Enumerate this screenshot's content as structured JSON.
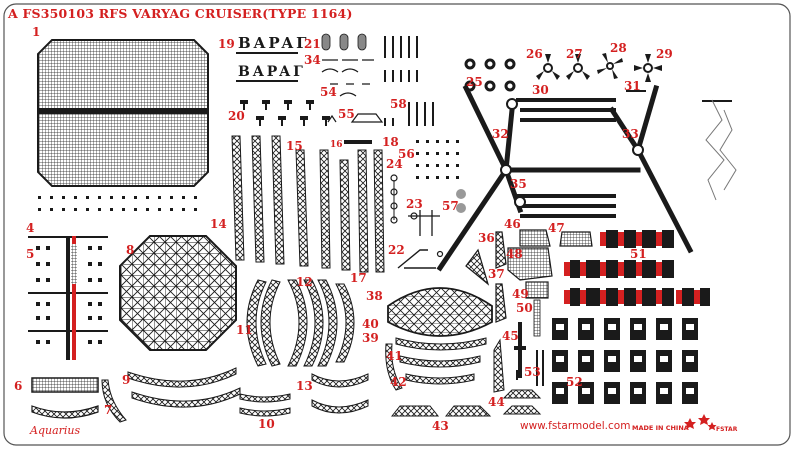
{
  "sheet": {
    "title": "A FS350103 RFS VARYAG CRUISER(TYPE 1164)",
    "maker": "Aquarius",
    "url": "www.fstarmodel.com",
    "made_in": "MADE IN CHINA",
    "brand_mark": "FSTAR",
    "name_plate_text": "BAPAГ",
    "label_color": "#d42020",
    "part_color": "#1a1a1a"
  },
  "parts": [
    {
      "id": "p1",
      "label": "1"
    },
    {
      "id": "p4",
      "label": "4"
    },
    {
      "id": "p5",
      "label": "5"
    },
    {
      "id": "p6",
      "label": "6"
    },
    {
      "id": "p7",
      "label": "7"
    },
    {
      "id": "p8",
      "label": "8"
    },
    {
      "id": "p9",
      "label": "9"
    },
    {
      "id": "p10",
      "label": "10"
    },
    {
      "id": "p11",
      "label": "11"
    },
    {
      "id": "p12",
      "label": "12"
    },
    {
      "id": "p13",
      "label": "13"
    },
    {
      "id": "p14",
      "label": "14"
    },
    {
      "id": "p15",
      "label": "15"
    },
    {
      "id": "p16",
      "label": "16"
    },
    {
      "id": "p17",
      "label": "17"
    },
    {
      "id": "p18",
      "label": "18"
    },
    {
      "id": "p19",
      "label": "19"
    },
    {
      "id": "p20",
      "label": "20"
    },
    {
      "id": "p21",
      "label": "21"
    },
    {
      "id": "p22",
      "label": "22"
    },
    {
      "id": "p23",
      "label": "23"
    },
    {
      "id": "p24",
      "label": "24"
    },
    {
      "id": "p25",
      "label": "25"
    },
    {
      "id": "p26",
      "label": "26"
    },
    {
      "id": "p27",
      "label": "27"
    },
    {
      "id": "p28",
      "label": "28"
    },
    {
      "id": "p29",
      "label": "29"
    },
    {
      "id": "p30",
      "label": "30"
    },
    {
      "id": "p31",
      "label": "31"
    },
    {
      "id": "p32",
      "label": "32"
    },
    {
      "id": "p33",
      "label": "33"
    },
    {
      "id": "p34",
      "label": "34"
    },
    {
      "id": "p35",
      "label": "35"
    },
    {
      "id": "p36",
      "label": "36"
    },
    {
      "id": "p37",
      "label": "37"
    },
    {
      "id": "p38",
      "label": "38"
    },
    {
      "id": "p39",
      "label": "39"
    },
    {
      "id": "p40",
      "label": "40"
    },
    {
      "id": "p41",
      "label": "41"
    },
    {
      "id": "p42",
      "label": "42"
    },
    {
      "id": "p43",
      "label": "43"
    },
    {
      "id": "p44",
      "label": "44"
    },
    {
      "id": "p45",
      "label": "45"
    },
    {
      "id": "p46",
      "label": "46"
    },
    {
      "id": "p47",
      "label": "47"
    },
    {
      "id": "p48",
      "label": "48"
    },
    {
      "id": "p49",
      "label": "49"
    },
    {
      "id": "p50",
      "label": "50"
    },
    {
      "id": "p51",
      "label": "51"
    },
    {
      "id": "p52",
      "label": "52"
    },
    {
      "id": "p53",
      "label": "53"
    },
    {
      "id": "p54",
      "label": "54"
    },
    {
      "id": "p55",
      "label": "55"
    },
    {
      "id": "p56",
      "label": "56"
    },
    {
      "id": "p57",
      "label": "57"
    },
    {
      "id": "p58",
      "label": "58"
    }
  ]
}
